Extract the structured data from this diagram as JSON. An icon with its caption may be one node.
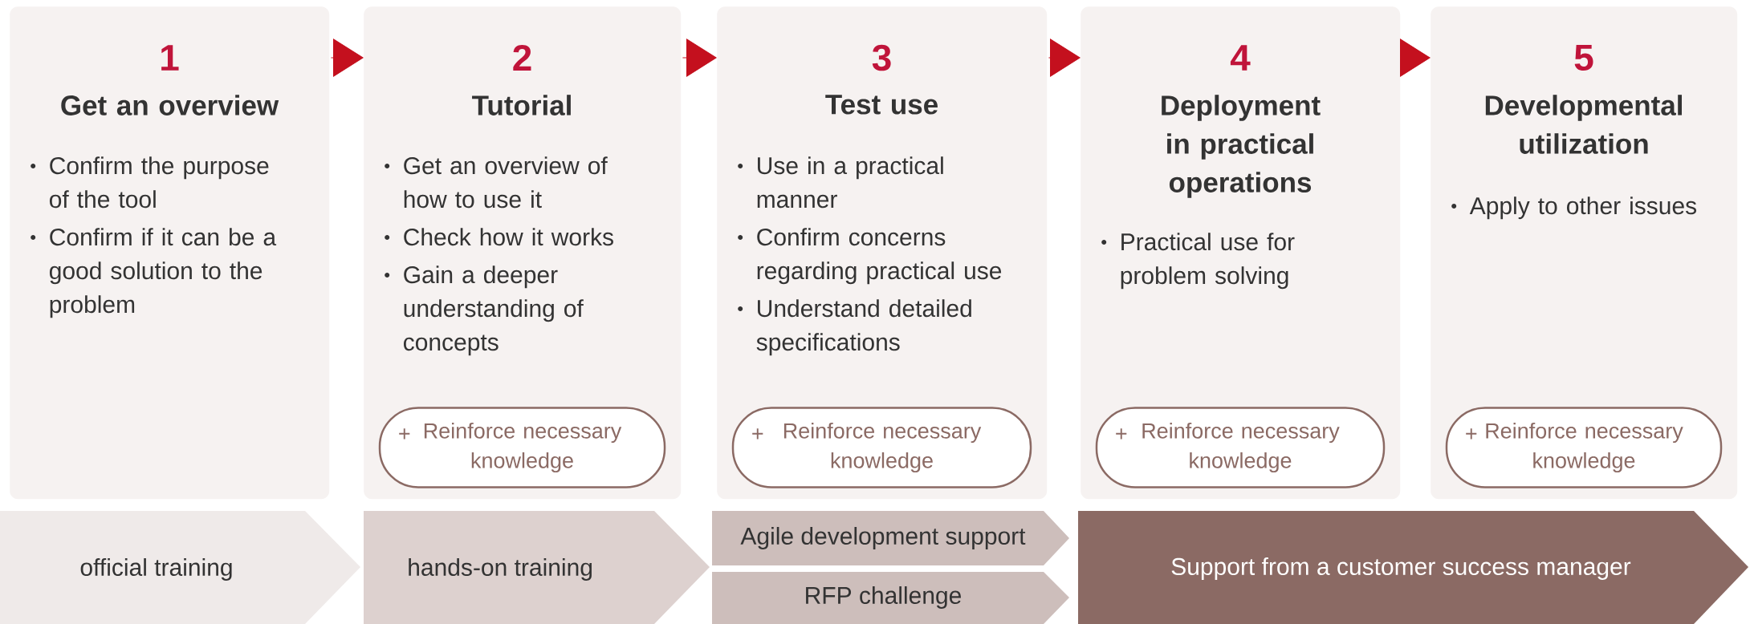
{
  "diagram": {
    "nodes": [
      {
        "text": [
          "1",
          "Get an overview",
          "Confirm the purpose of the tool",
          "Confirm if it can be a good solution to the problem"
        ]
      },
      {
        "text": [
          "2",
          "Tutorial",
          "Get an overview of how to use it",
          "Check how it works",
          "Gain a deeper understanding of concepts"
        ]
      },
      {
        "text": [
          "+",
          "Reinforce necessary knowledge"
        ],
        "in": 1
      },
      {
        "text": [
          "3",
          "Test use",
          "Use in a practical manner",
          "Confirm concerns regarding practical use",
          "Understand detailed specifications"
        ]
      },
      {
        "text": [
          "+",
          "Reinforce necessary knowledge"
        ],
        "in": 3
      },
      {
        "text": [
          "4",
          "Deployment in practical operations",
          "Practical use for problem solving"
        ]
      },
      {
        "text": [
          "+",
          "Reinforce necessary knowledge"
        ],
        "in": 5
      },
      {
        "text": [
          "5",
          "Developmental utilization",
          "Apply to other issues"
        ]
      },
      {
        "text": [
          "+",
          "Reinforce necessary knowledge"
        ],
        "in": 7
      },
      {
        "text": [
          "official training"
        ]
      },
      {
        "text": [
          "hands-on training"
        ]
      },
      {
        "text": [
          "Agile development support"
        ]
      },
      {
        "text": [
          "RFP challenge"
        ]
      },
      {
        "text": [
          "Support from a customer success manager"
        ]
      }
    ],
    "edges": [
      {
        "from": 0,
        "to": 1,
        "arrow": "to"
      },
      {
        "from": 1,
        "to": 3,
        "arrow": "to"
      },
      {
        "from": 3,
        "to": 5,
        "arrow": "to"
      },
      {
        "from": 5,
        "to": 7,
        "arrow": "to"
      }
    ]
  }
}
